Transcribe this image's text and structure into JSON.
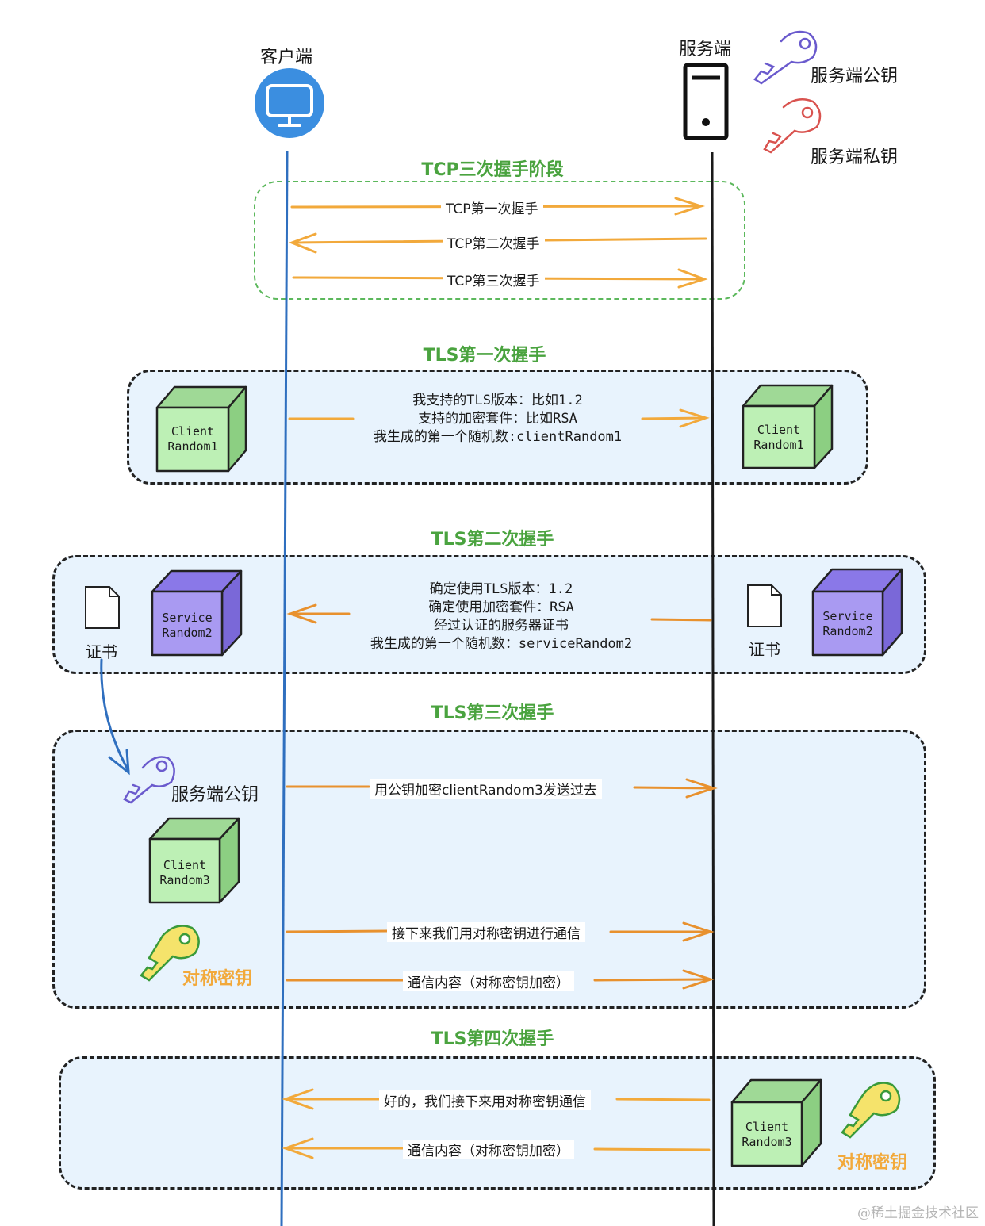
{
  "client_label": "客户端",
  "server_label": "服务端",
  "public_key_label": "服务端公钥",
  "private_key_label": "服务端私钥",
  "tcp": {
    "title": "TCP三次握手阶段",
    "msg1": "TCP第一次握手",
    "msg2": "TCP第二次握手",
    "msg3": "TCP第三次握手"
  },
  "tls1": {
    "title": "TLS第一次握手",
    "lines": [
      "我支持的TLS版本：比如1.2",
      "支持的加密套件：比如RSA",
      "我生成的第一个随机数:clientRandom1"
    ],
    "cube_left": [
      "Client",
      "Random1"
    ],
    "cube_right": [
      "Client",
      "Random1"
    ]
  },
  "tls2": {
    "title": "TLS第二次握手",
    "lines": [
      "确定使用TLS版本：1.2",
      "确定使用加密套件：RSA",
      "经过认证的服务器证书",
      "我生成的第一个随机数：serviceRandom2"
    ],
    "cert_label_left": "证书",
    "cert_label_right": "证书",
    "cube_left": [
      "Service",
      "Random2"
    ],
    "cube_right": [
      "Service",
      "Random2"
    ]
  },
  "tls3": {
    "title": "TLS第三次握手",
    "public_key_label": "服务端公钥",
    "msg1": "用公钥加密clientRandom3发送过去",
    "cube": [
      "Client",
      "Random3"
    ],
    "sym_key_label": "对称密钥",
    "msg2": "接下来我们用对称密钥进行通信",
    "msg3": "通信内容（对称密钥加密）"
  },
  "tls4": {
    "title": "TLS第四次握手",
    "msg1": "好的，我们接下来用对称密钥通信",
    "msg2": "通信内容（对称密钥加密）",
    "cube": [
      "Client",
      "Random3"
    ],
    "sym_key_label": "对称密钥"
  },
  "watermark": "@稀土掘金技术社区",
  "colors": {
    "client_line": "#2f6fbf",
    "server_line": "#1a1a1a",
    "arrow": "#f2a93b",
    "arrow_dark": "#e8912e",
    "green_title": "#4aa33f",
    "cube_green": "#bdf0b5",
    "cube_purple": "#a99af2",
    "key_blue": "#6a5acd",
    "key_red": "#d9534f",
    "key_yellow": "#f5e36b"
  }
}
